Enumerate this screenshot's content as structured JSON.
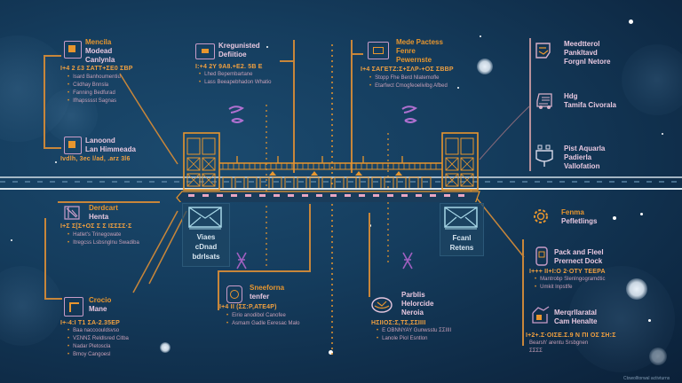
{
  "diagram": {
    "theme": "bridge-infographic-night",
    "colors": {
      "background": "#153d5e",
      "accent_orange": "#e8962e",
      "accent_pink": "#c89cc8",
      "road_blue": "#1a3c5a",
      "text_light": "#d8e6f0"
    }
  },
  "nodes": {
    "top_left_1": {
      "title": [
        "Mencila",
        "Modead",
        "Canlynla"
      ],
      "subtitle": "I+4 2 £3 ΣΑΤΤ+ΣΕ0 ΣΒΡ",
      "bullets": [
        "Isard Banhoumentiu",
        "Ciidhay Bnnsla",
        "Fanning Bedfurad",
        "Ifhapsssst Sagnas"
      ],
      "icon": "frame-icon"
    },
    "top_left_2": {
      "title": [
        "Lanoond",
        "Lan Himmeada"
      ],
      "subtitle": "Ivdlh, 3ec l/ad, .arz 3l6",
      "icon": "monitor-icon"
    },
    "top_center_left": {
      "title": [
        "Kregunisted",
        "Defiitioe"
      ],
      "subtitle": "I:+4 2Y 9A8.+E2. 5B E",
      "bullets": [
        "Lhed Bepembartane",
        "Lass Beeapebhadon Whatio"
      ],
      "icon": "certificate-icon"
    },
    "top_center_right": {
      "title": [
        "Mede Pactess",
        "Fenre",
        "Pewernste"
      ],
      "subtitle": "I+4 ΣΑΓΕΤΖ:Σ+ΣΛΡ-+ΟΣ ΣΒΒΡ",
      "bullets": [
        "Stopp Fhe Berd Nlatemofle",
        "Etarfwct Cmogfeoelivibg Afbed"
      ],
      "icon": "machine-icon"
    },
    "top_right_1": {
      "title": [
        "Meedtterol",
        "Pankltavd",
        "Forgnl Netore"
      ],
      "icon": "document-map-icon"
    },
    "top_right_2": {
      "title": [
        "Hdg",
        "Tamifa Civorala"
      ],
      "icon": "shipping-icon"
    },
    "top_right_3": {
      "title": [
        "Pist Aquarla",
        "Padierla",
        "Vallofation"
      ],
      "icon": "plug-icon"
    },
    "bottom_left_1": {
      "title": [
        "Derdcart",
        "Henta"
      ],
      "subtitle": "I+Σ Σ[Σ+ΟΣ Σ Σ ΙΣΣΣΣ·Σ",
      "bullets": [
        "Hatlet's Trinegowate",
        "Itregcss Lsbsnglnu Swadiba"
      ],
      "icon": "document-icon"
    },
    "bottom_left_2": {
      "title": [
        "Crocio",
        "Mane"
      ],
      "subtitle": "I+-4:Ι Τ1 ΣΑ-2.35ΕΡ",
      "bullets": [
        "Baa naccoouldsvso",
        "VΣΝΝΣ Reldlsred Citba",
        "Nadar Pletoscla",
        "Bmoy Cangoesl"
      ],
      "icon": "frame-icon"
    },
    "bottom_center_left": {
      "title": [
        "Sneeforna",
        "tenfer"
      ],
      "subtitle": "Ι+4 ΙΙ (ΣΣ:Ρ,ΑΤΕ4Ρ)",
      "bullets": [
        "Eirio anodibol Canofee",
        "Asmam Gadle Eeresac Malo"
      ],
      "icon": "badge-icon"
    },
    "bottom_center_right": {
      "title": [
        "Parblis",
        "Helorcide",
        "Neroia"
      ],
      "subtitle": "ΗΣΙΙΟΣ:Σ,ΤΣ,ΣΣΙΙΙΙ",
      "bullets": [
        "Ε ΟΒΝΝΥΑΥ Gunwsstu ΣΣΙΙΙΙ",
        "Lanole Piol Esntlon"
      ],
      "icon": "boat-icon"
    },
    "bottom_right_1": {
      "title": [
        "Fenma",
        "Pefletlings"
      ],
      "icon": "gear-icon"
    },
    "bottom_right_2": {
      "title": [
        "Pack and Fleel",
        "Prernect Dock"
      ],
      "subtitle": "Ι+++ ΙΙ+Ι:Ο 2·ΟΤΥ ΤΕΕΡΑ",
      "bullets": [
        "Mantrobp Slenlngogramdtic",
        "Umkit Inpstlfe"
      ],
      "icon": "lock-icon"
    },
    "bottom_right_3": {
      "title": [
        "Merqrllaratal",
        "Cam Henalte"
      ],
      "subtitle": "Ι+2+.Σ·ΟΙΣΕ.Σ.9 Ν ΠΙ ΟΣ ΣΗ:Σ",
      "bullets": [
        "Bearsh' arentu Srsbgnen",
        "ΣΣΣΣ"
      ],
      "icon": "hand-package-icon"
    }
  },
  "panels": {
    "left": [
      "Viaes",
      "cDnad",
      "bdrlsats"
    ],
    "right": [
      "Fcanl",
      "Retens"
    ]
  },
  "footer": "Ctswolltorwal activturns"
}
